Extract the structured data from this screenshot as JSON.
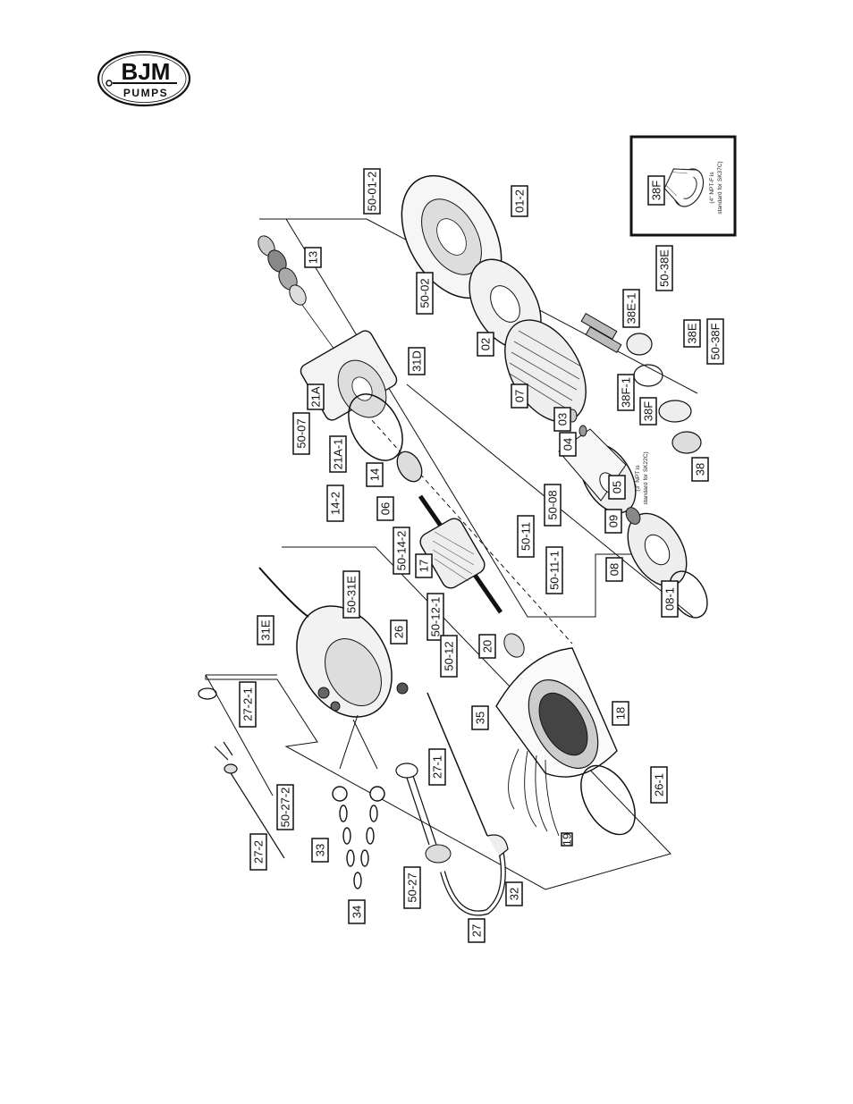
{
  "logo": {
    "brand": "BJM",
    "sub": "PUMPS"
  },
  "inset": {
    "part": "38F",
    "note_l1": "(4\" NPT-F is",
    "note_l2": "standard for SK37C)"
  },
  "notes": {
    "pump_note_l1": "(3\" NPT is",
    "pump_note_l2": "standard for SK22C)"
  },
  "labels": {
    "p50_01_2": "50-01-2",
    "p01_2": "01-2",
    "p13": "13",
    "p50_02": "50-02",
    "p02": "02",
    "p21A": "21A",
    "p31D": "31D",
    "p07": "07",
    "p38E_1": "38E-1",
    "p50_38E": "50-38E",
    "p38E": "38E",
    "p50_38F": "50-38F",
    "p38F_1": "38F-1",
    "p38F": "38F",
    "p38": "38",
    "p03": "03",
    "p04": "04",
    "p05": "05",
    "p09": "09",
    "p50_08": "50-08",
    "p50_11": "50-11",
    "p50_11_1": "50-11-1",
    "p08": "08",
    "p08_1": "08-1",
    "p50_07": "50-07",
    "p21A_1": "21A-1",
    "p14": "14",
    "p14_2": "14-2",
    "p06": "06",
    "p50_14_2": "50-14-2",
    "p17": "17",
    "p31E": "31E",
    "p50_31E": "50-31E",
    "p26": "26",
    "p50_12_1": "50-12-1",
    "p50_12": "50-12",
    "p20": "20",
    "p35": "35",
    "p18": "18",
    "p27_2_1": "27-2-1",
    "p27_1": "27-1",
    "p26_1": "26-1",
    "p19": "19",
    "p50_27_2": "50-27-2",
    "p27_2": "27-2",
    "p33": "33",
    "p34": "34",
    "p50_27": "50-27",
    "p27": "27",
    "p32": "32"
  }
}
